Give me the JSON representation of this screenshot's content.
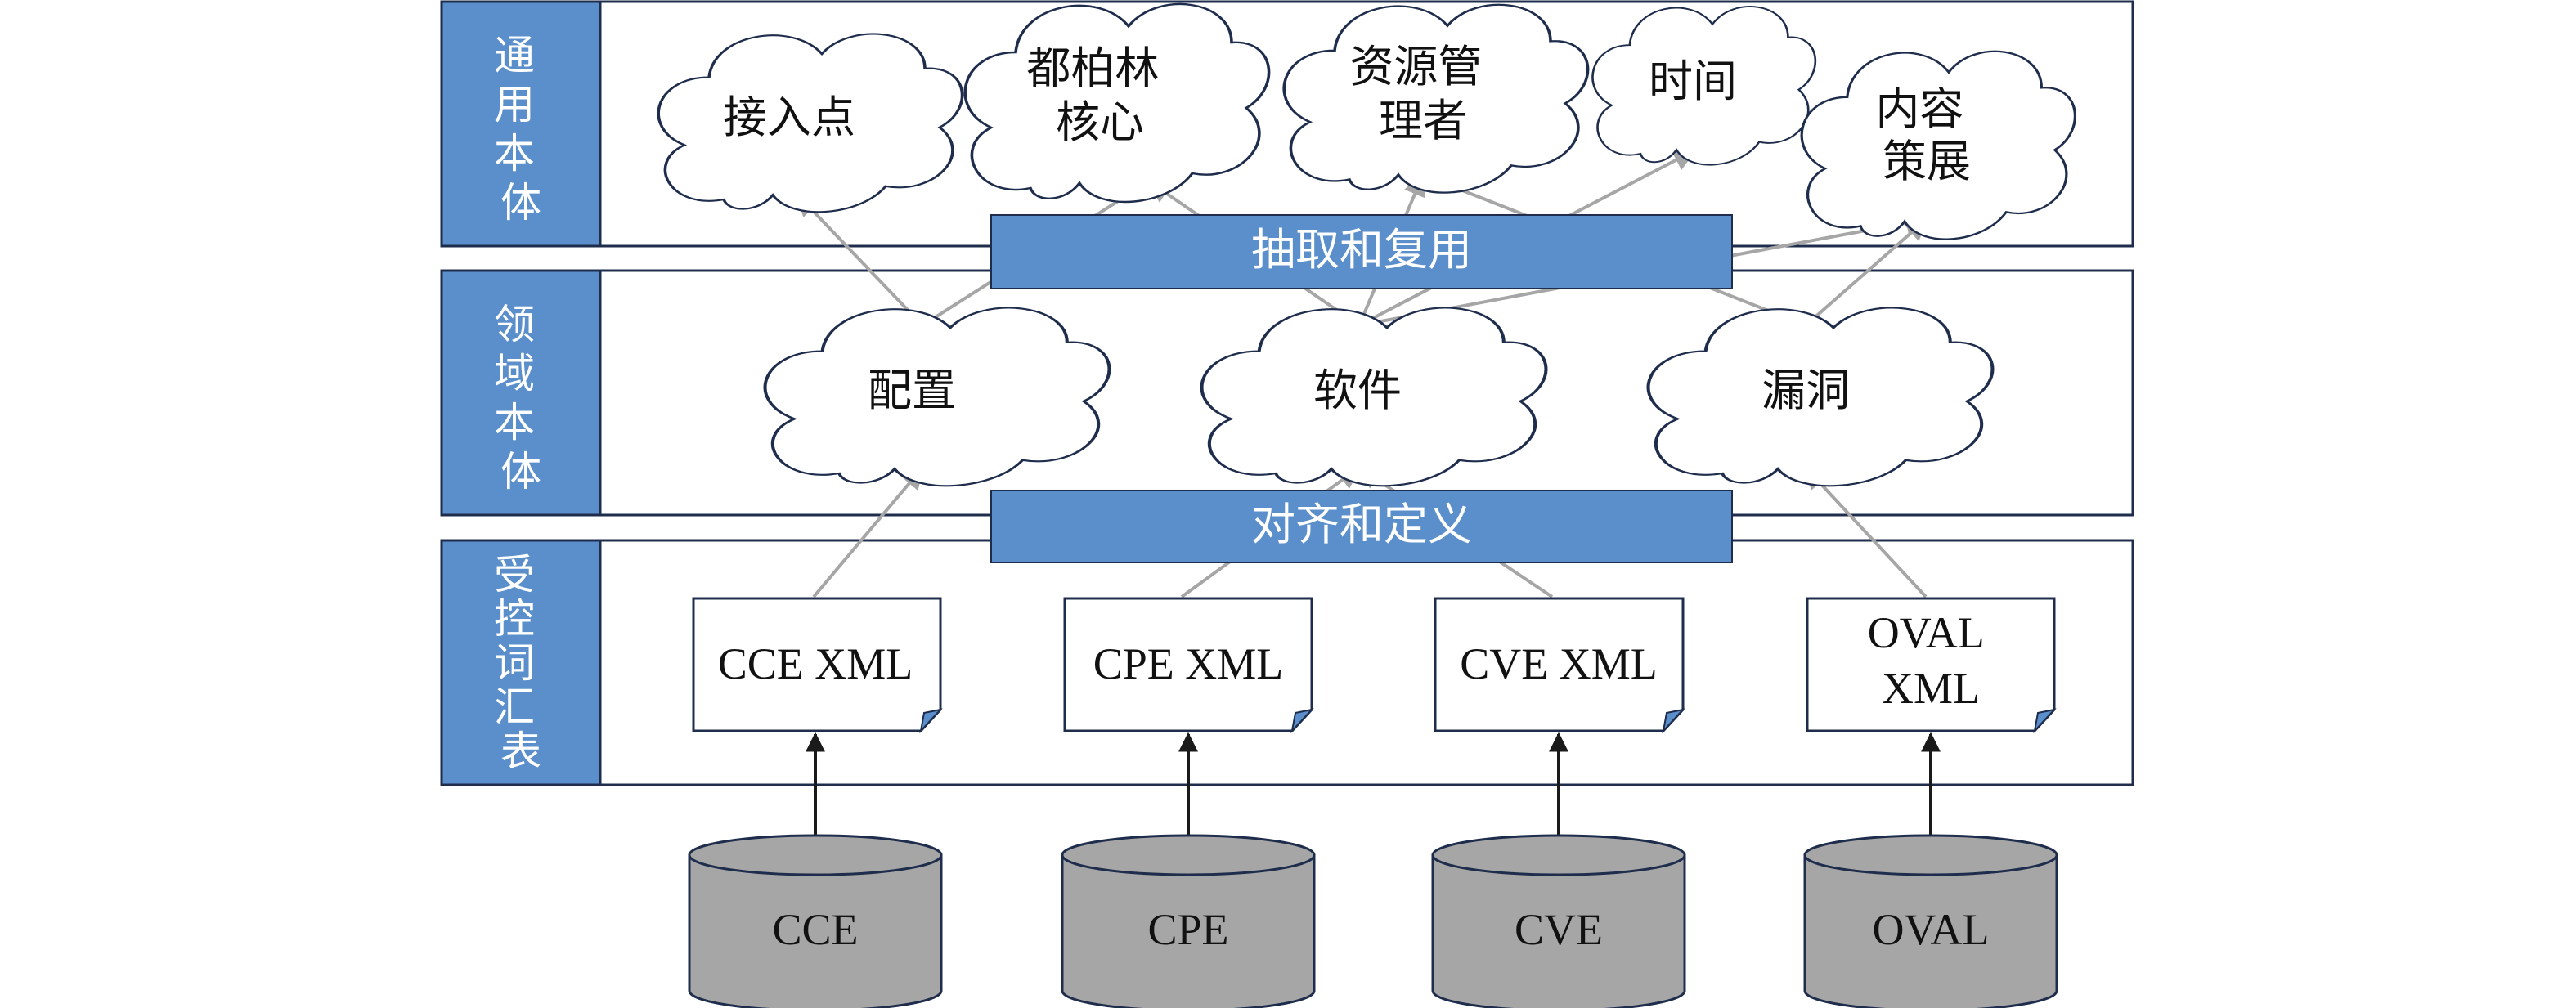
{
  "layers": {
    "top": "通用本体",
    "middle": "领域本体",
    "bottom": "受控词汇表"
  },
  "bars": {
    "extract_reuse": "抽取和复用",
    "align_define": "对齐和定义"
  },
  "top_clouds": {
    "access_point": "接入点",
    "dublin_core": [
      "都柏林",
      "核心"
    ],
    "resource_manager": [
      "资源管",
      "理者"
    ],
    "time": "时间",
    "content_curation": [
      "内容",
      "策展"
    ]
  },
  "domain_clouds": {
    "config": "配置",
    "software": "软件",
    "vulnerability": "漏洞"
  },
  "xml_docs": {
    "cce": "CCE XML",
    "cpe": "CPE XML",
    "cve": "CVE XML",
    "oval": [
      "OVAL",
      "XML"
    ]
  },
  "databases": {
    "cce": "CCE",
    "cpe": "CPE",
    "cve": "CVE",
    "oval": "OVAL"
  },
  "colors": {
    "layer_fill": "#5b8fcb",
    "border": "#1f2d4d",
    "arrow_gray": "#a6a6a6",
    "db_fill": "#a6a6a6"
  }
}
